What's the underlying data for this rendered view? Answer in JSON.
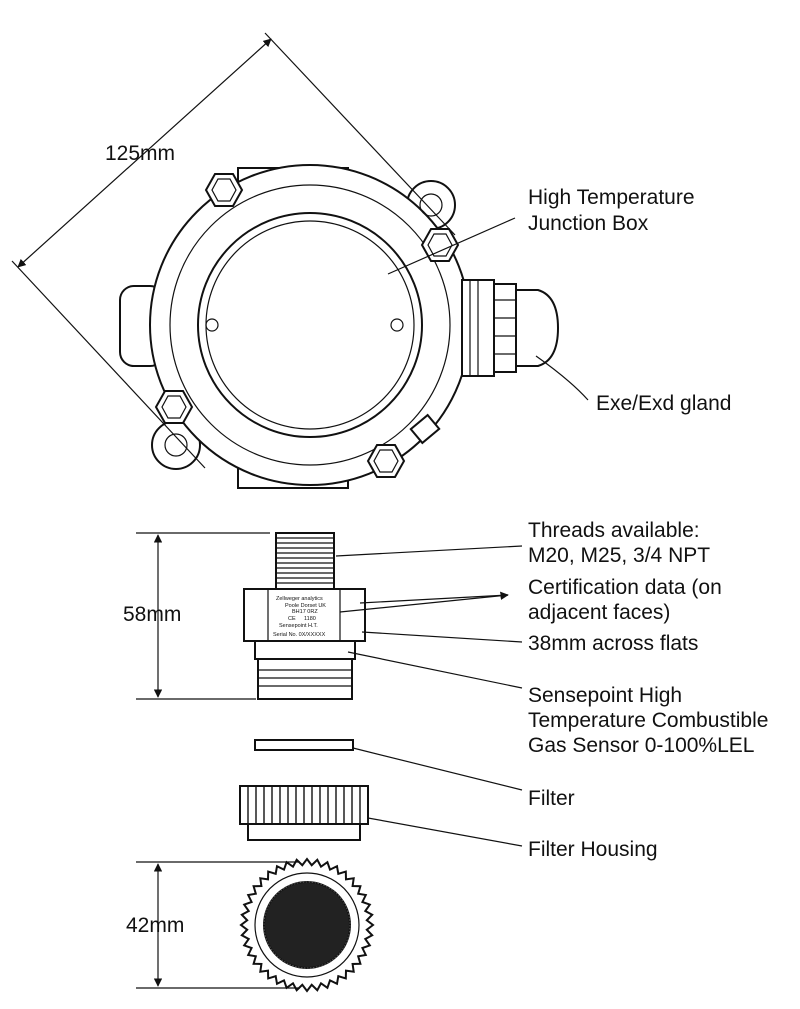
{
  "dimensions": {
    "junction_box_width": "125mm",
    "sensor_height": "58mm",
    "filter_housing_diameter": "42mm"
  },
  "labels": {
    "junction_box": [
      "High Temperature",
      "Junction Box"
    ],
    "gland": "Exe/Exd gland",
    "threads": [
      "Threads available:",
      "M20, M25, 3/4 NPT"
    ],
    "certification": [
      "Certification data (on",
      "adjacent faces)"
    ],
    "across_flats": "38mm across flats",
    "sensor": [
      "Sensepoint High",
      "Temperature Combustible",
      "Gas Sensor 0-100%LEL"
    ],
    "filter": "Filter",
    "filter_housing": "Filter Housing"
  },
  "sensor_plate": {
    "company": "Zellweger analytics",
    "location": "Poole Dorset UK",
    "postcode": "BH17 0RZ",
    "mark": "CE",
    "notified_body": "1180",
    "product": "Sensepoint H.T.",
    "serial": "Serial No. 0X/XXXXX"
  }
}
